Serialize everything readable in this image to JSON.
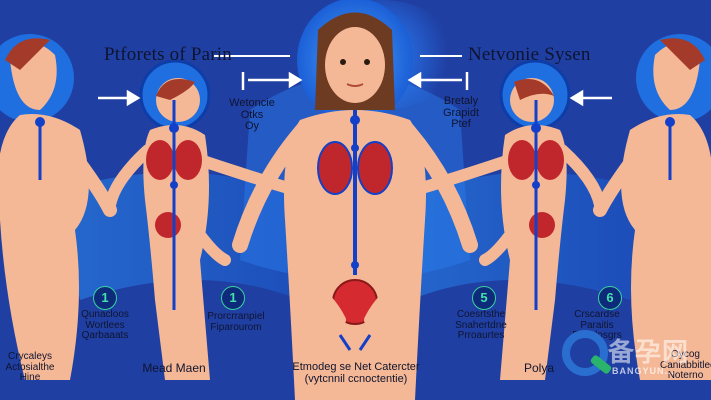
{
  "titles": {
    "left": "Ptforets of Parin",
    "right": "Netvonie Sysen"
  },
  "side_labels": {
    "upper_left": [
      "Wetoncie",
      "Otks",
      "Oy"
    ],
    "upper_right": [
      "Bretaly",
      "Grapidt",
      "Ptef"
    ]
  },
  "numbers": [
    "1",
    "1",
    "5",
    "6"
  ],
  "bottom_labels": {
    "far_left": [
      "Crycaleys",
      "Actosialthe Hine"
    ],
    "left": [
      "Qunacloos",
      "Wortlees",
      "Qarbaaats"
    ],
    "center_left": "Mead Maen",
    "mid_left": [
      "Prorcrranpiel",
      "Fiparourom"
    ],
    "center": [
      "Etmodeg se Net Catercter",
      "(vytcnnil ccnoctentie)"
    ],
    "mid_right": [
      "Coesrtsthe",
      "Snahertdne",
      "Prroaurtes"
    ],
    "center_right": "Polya",
    "right": [
      "Crscardse",
      "Paraitis",
      "Filurdosgrs"
    ],
    "far_right": [
      "Oycog",
      "Caniabbitlee",
      "Noterno"
    ]
  },
  "watermark": {
    "cn": "备孕网",
    "en": "BANGYUN..."
  },
  "colors": {
    "background": "#1f3fa3",
    "skin": "#f5b896",
    "halo": "#1f6fe0",
    "nerve": "#1340c9",
    "organ": "#c0272d",
    "accent_green": "#37d3a0"
  }
}
